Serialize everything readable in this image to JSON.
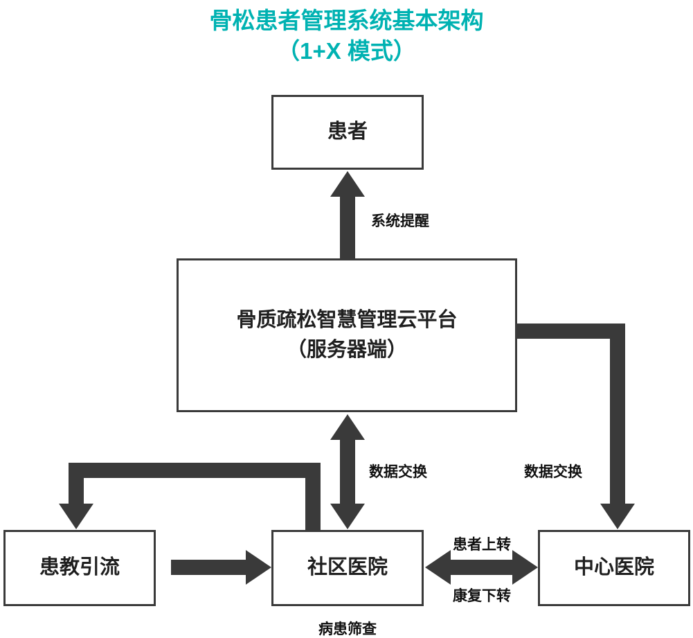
{
  "title": {
    "line1": "骨松患者管理系统基本架构",
    "line2": "（1+X 模式）"
  },
  "nodes": {
    "patient": "患者",
    "cloud_line1": "骨质疏松智慧管理云平台",
    "cloud_line2": "（服务器端）",
    "patient_education": "患教引流",
    "community_hospital": "社区医院",
    "central_hospital": "中心医院"
  },
  "edge_labels": {
    "system_reminder": "系统提醒",
    "data_exchange_community": "数据交换",
    "data_exchange_central": "数据交换",
    "patient_transfer_up": "患者上转",
    "rehab_transfer_down": "康复下转",
    "patient_screening": "病患筛查"
  },
  "colors": {
    "title_accent": "#00b2b2",
    "diagram_stroke": "#3a3a3a",
    "text": "#1f1f1f",
    "background": "#ffffff"
  }
}
